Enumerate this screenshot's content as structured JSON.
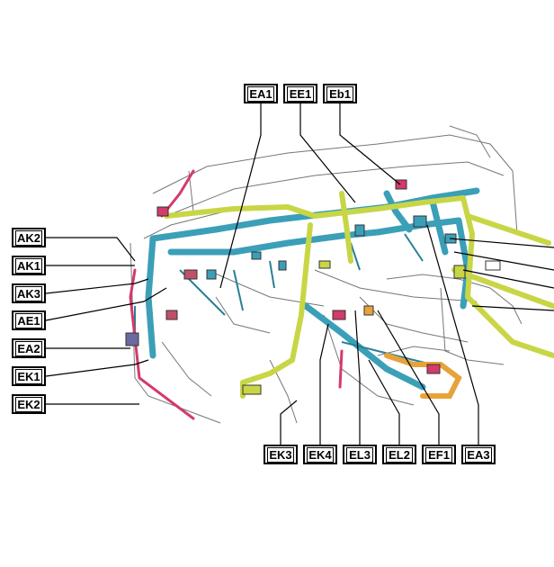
{
  "diagram": {
    "labels_top": [
      "EA1",
      "EE1",
      "Eb1"
    ],
    "labels_left": [
      "AK2",
      "AK1",
      "AK3",
      "AE1",
      "EA2",
      "EK1",
      "EK2"
    ],
    "labels_bottom": [
      "EK3",
      "EK4",
      "EL3",
      "EL2",
      "EF1",
      "EA3"
    ],
    "colors": {
      "harness_blue": "#3b9fb8",
      "harness_yellow": "#c8d646",
      "harness_orange": "#e8a23a",
      "harness_pink": "#d43a6a",
      "outline": "#555555"
    }
  }
}
